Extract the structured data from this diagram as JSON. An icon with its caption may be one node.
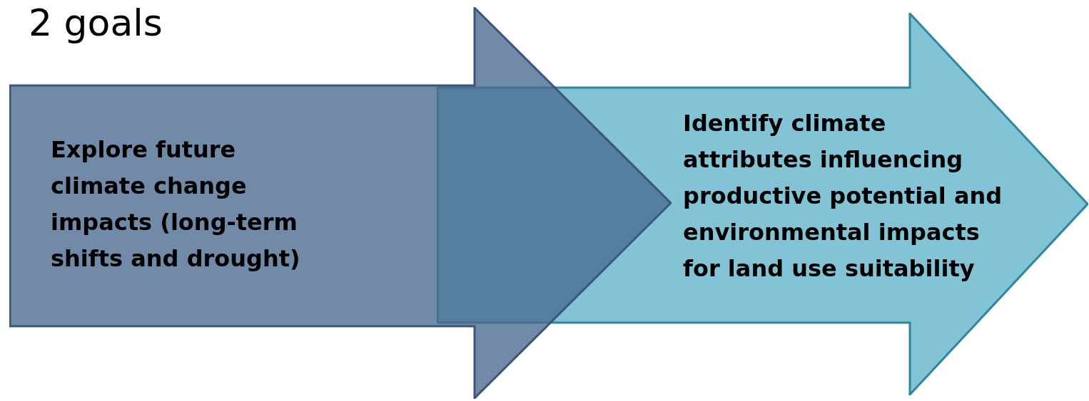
{
  "diagram": {
    "title": "2 goals",
    "nodes": [
      {
        "text": [
          "Explore future climate change impacts (long-term shifts and drought)"
        ]
      },
      {
        "text": [
          "Identify climate attributes influencing productive potential and environmental impacts for land use suitability"
        ]
      }
    ]
  }
}
